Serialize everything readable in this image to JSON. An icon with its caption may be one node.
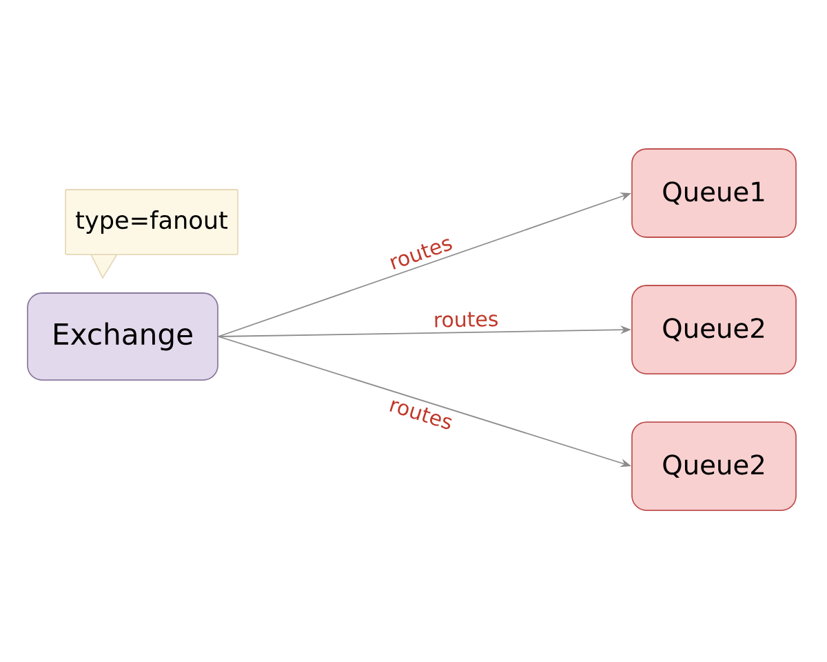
{
  "diagram": {
    "nodes": [
      {
        "text": [
          "type=fanout"
        ]
      },
      {
        "text": [
          "Exchange"
        ]
      },
      {
        "text": [
          "Queue1"
        ]
      },
      {
        "text": [
          "Queue2"
        ]
      },
      {
        "text": [
          "Queue2"
        ]
      }
    ],
    "edges": [
      {
        "from": 1,
        "to": 2,
        "arrow": "to",
        "label": "routes"
      },
      {
        "from": 1,
        "to": 3,
        "arrow": "to",
        "label": "routes"
      },
      {
        "from": 1,
        "to": 4,
        "arrow": "to",
        "label": "routes"
      }
    ]
  }
}
